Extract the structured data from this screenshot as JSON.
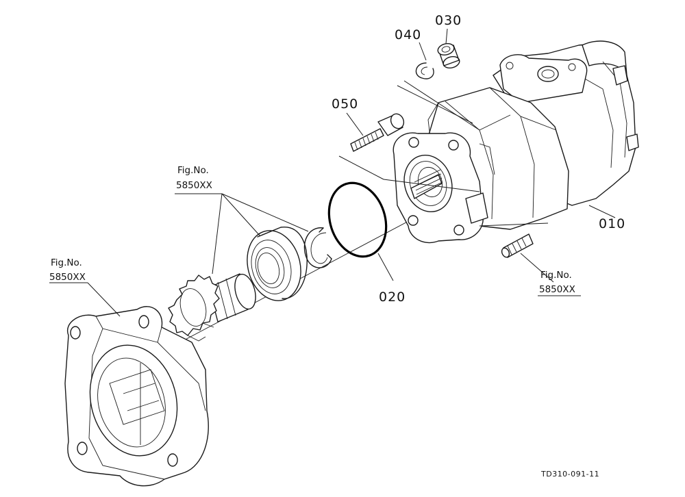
{
  "parts": [
    {
      "id": "010",
      "label": "010"
    },
    {
      "id": "020",
      "label": "020"
    },
    {
      "id": "030",
      "label": "030"
    },
    {
      "id": "040",
      "label": "040"
    },
    {
      "id": "050",
      "label": "050"
    }
  ],
  "figure_refs": {
    "shaft_assembly": {
      "line1": "Fig.No.",
      "line2": "5850XX"
    },
    "front_cover": {
      "line1": "Fig.No.",
      "line2": "5850XX"
    },
    "dowel_pin": {
      "line1": "Fig.No.",
      "line2": "5850XX"
    }
  },
  "drawing_code": "TD310-091-11"
}
